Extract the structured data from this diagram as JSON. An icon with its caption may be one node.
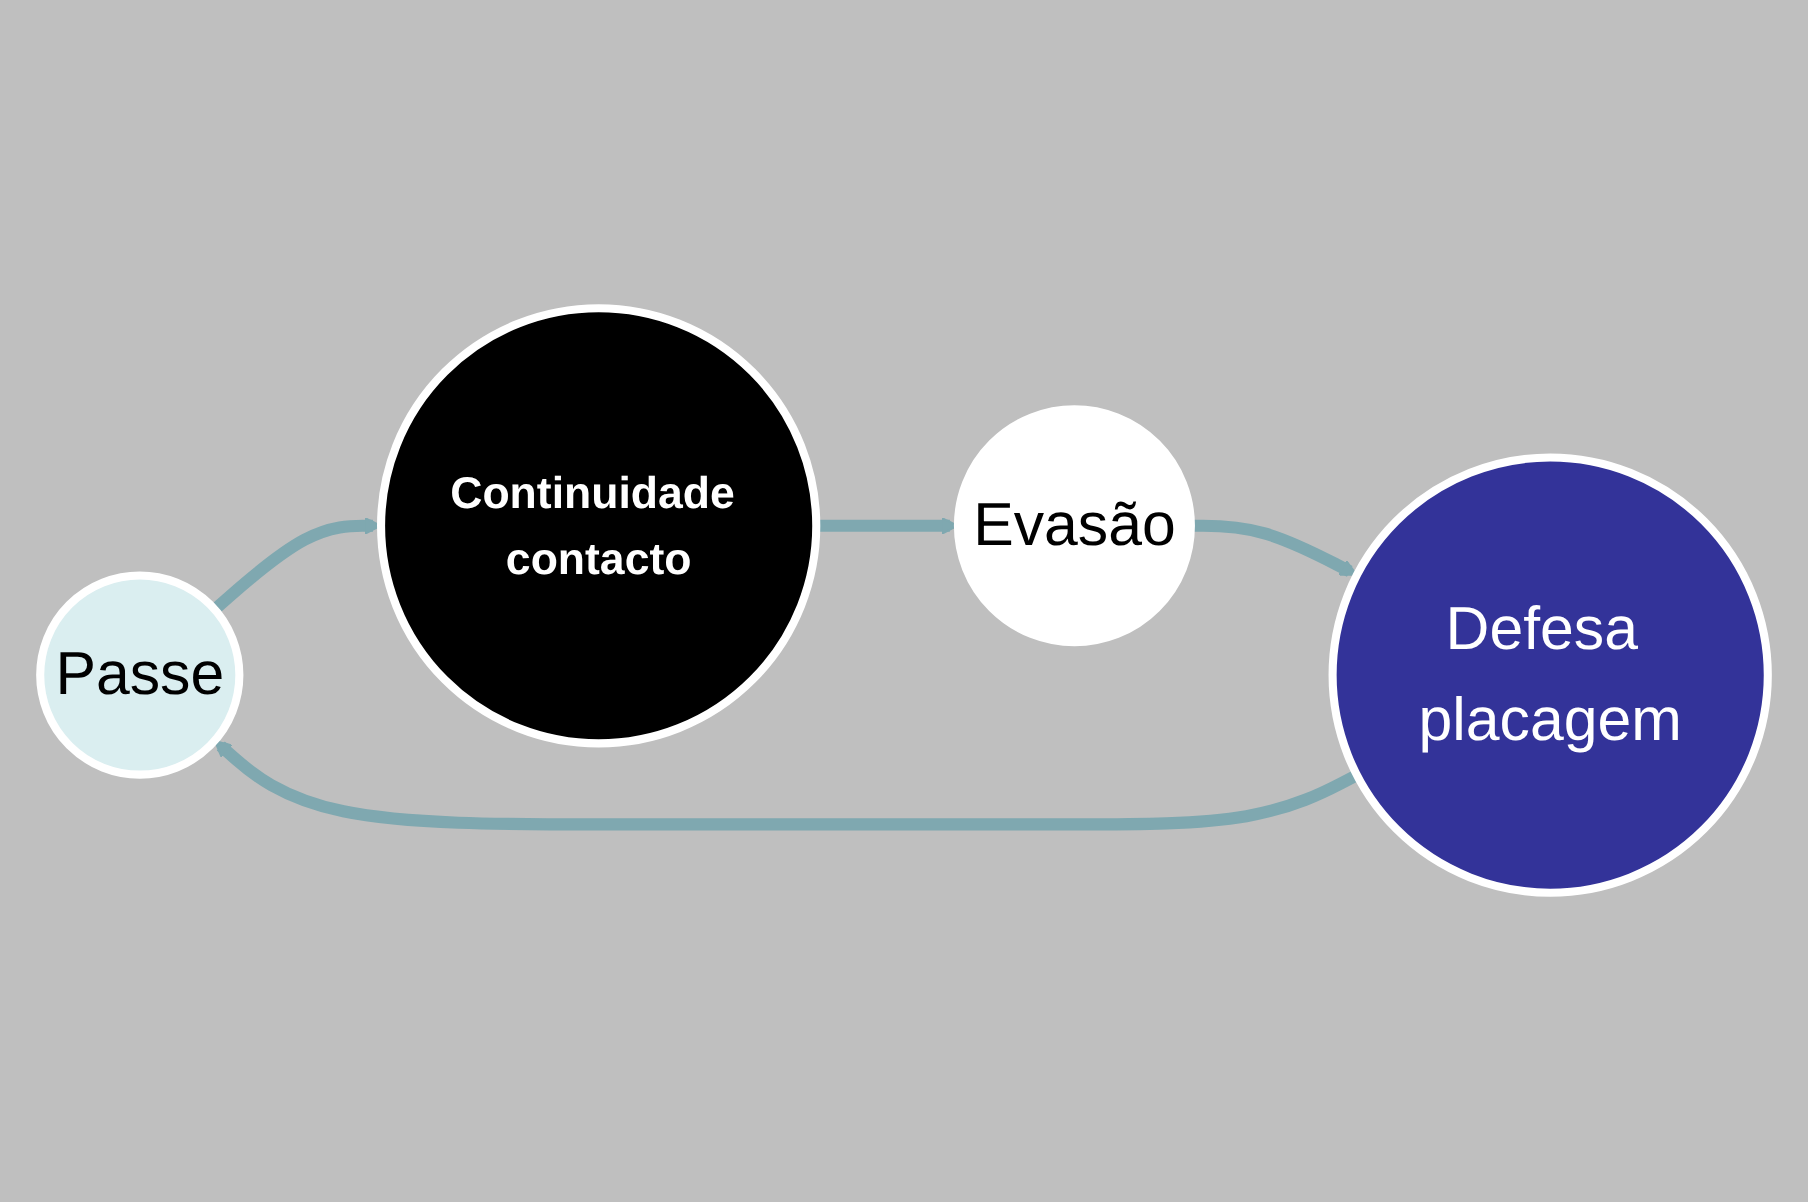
{
  "diagram": {
    "nodes": [
      {
        "text": [
          "Passe"
        ]
      },
      {
        "text": [
          "Continuidade contacto"
        ]
      },
      {
        "text": [
          "Evasão"
        ]
      },
      {
        "text": [
          "Defesa placagem"
        ]
      }
    ],
    "edges": [
      {
        "from": 0,
        "to": 1,
        "arrow": "to"
      },
      {
        "from": 1,
        "to": 2,
        "arrow": "to"
      },
      {
        "from": 2,
        "to": 3,
        "arrow": "to"
      },
      {
        "from": 3,
        "to": 0,
        "arrow": "to"
      }
    ]
  }
}
